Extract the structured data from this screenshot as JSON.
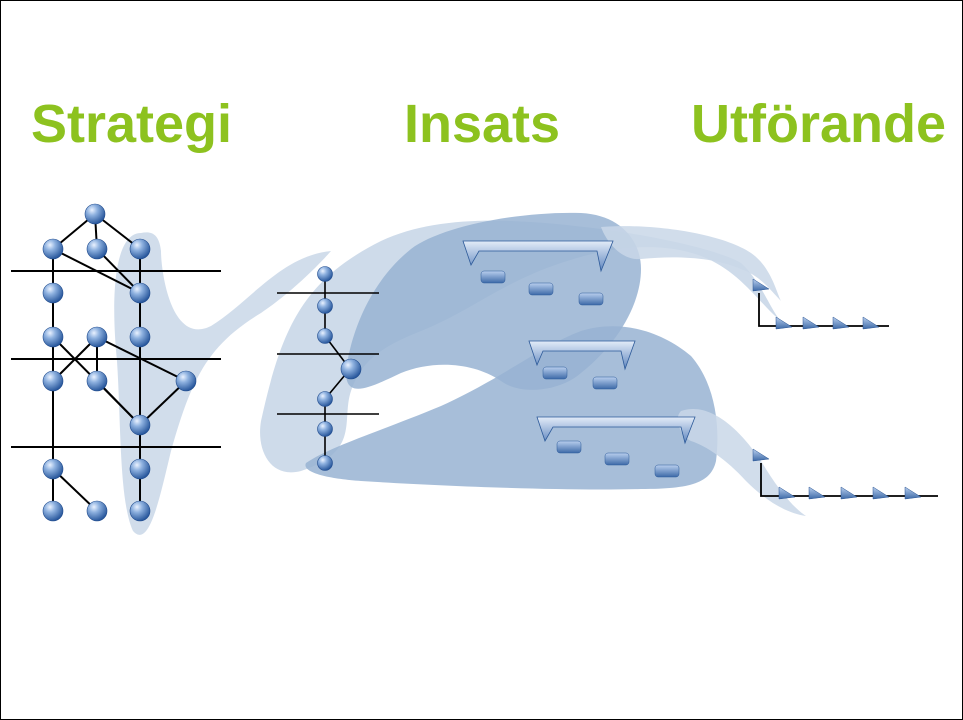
{
  "slide": {
    "headings": {
      "strategy": "Strategi",
      "insats": "Insats",
      "utforande": "Utförande"
    },
    "colors": {
      "heading": "#8dc21f",
      "band": "#c9d7e8",
      "band_dark": "#98b3d2",
      "node": "#3d6fb3",
      "line": "#000000",
      "border": "#000000"
    },
    "icons": [
      "sphere-node",
      "bracket-shape",
      "small-block",
      "triangle-marker"
    ]
  }
}
